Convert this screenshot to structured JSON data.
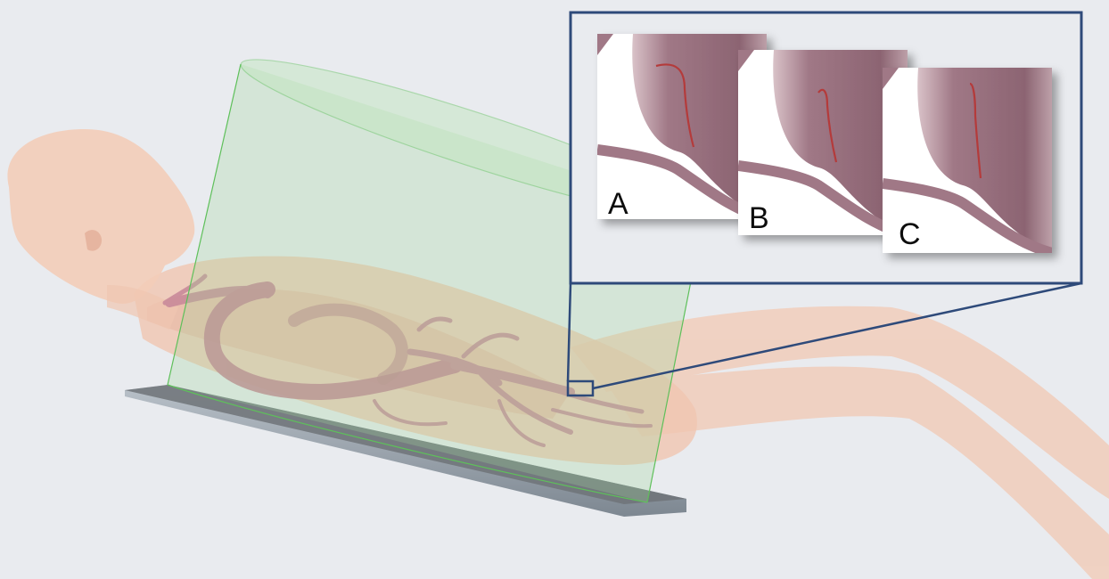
{
  "figure": {
    "panels": [
      {
        "id": "panel-a",
        "label": "A"
      },
      {
        "id": "panel-b",
        "label": "B"
      },
      {
        "id": "panel-c",
        "label": "C"
      }
    ],
    "colors": {
      "background": "#e9ebef",
      "body": "#f2c9b4",
      "vessels": "#c98a9a",
      "fov_cylinder": "#9fd89a",
      "table": "#9aa3ad",
      "inset_frame": "#2e4a7a",
      "vessel_wall": "#8f6a78",
      "guidewire": "#b43a3a"
    }
  }
}
